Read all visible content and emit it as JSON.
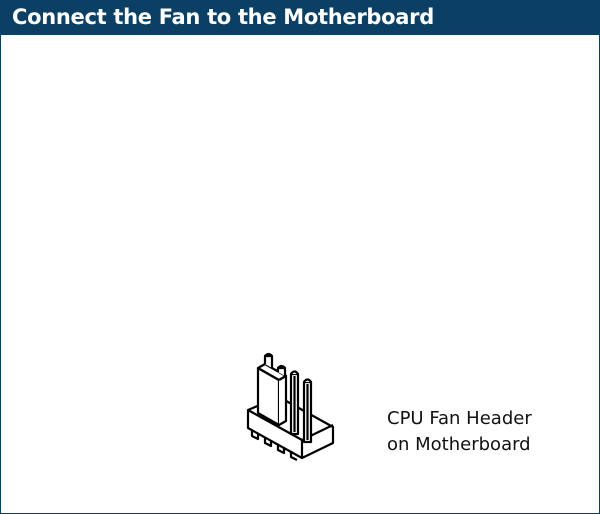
{
  "title": "Connect the Fan to the Motherboard",
  "label": {
    "line1": "CPU Fan Header",
    "line2": "on Motherboard"
  },
  "icon": "fan-header-connector-illustration",
  "colors": {
    "title_bg": "#0b3f63",
    "title_text": "#ffffff"
  }
}
